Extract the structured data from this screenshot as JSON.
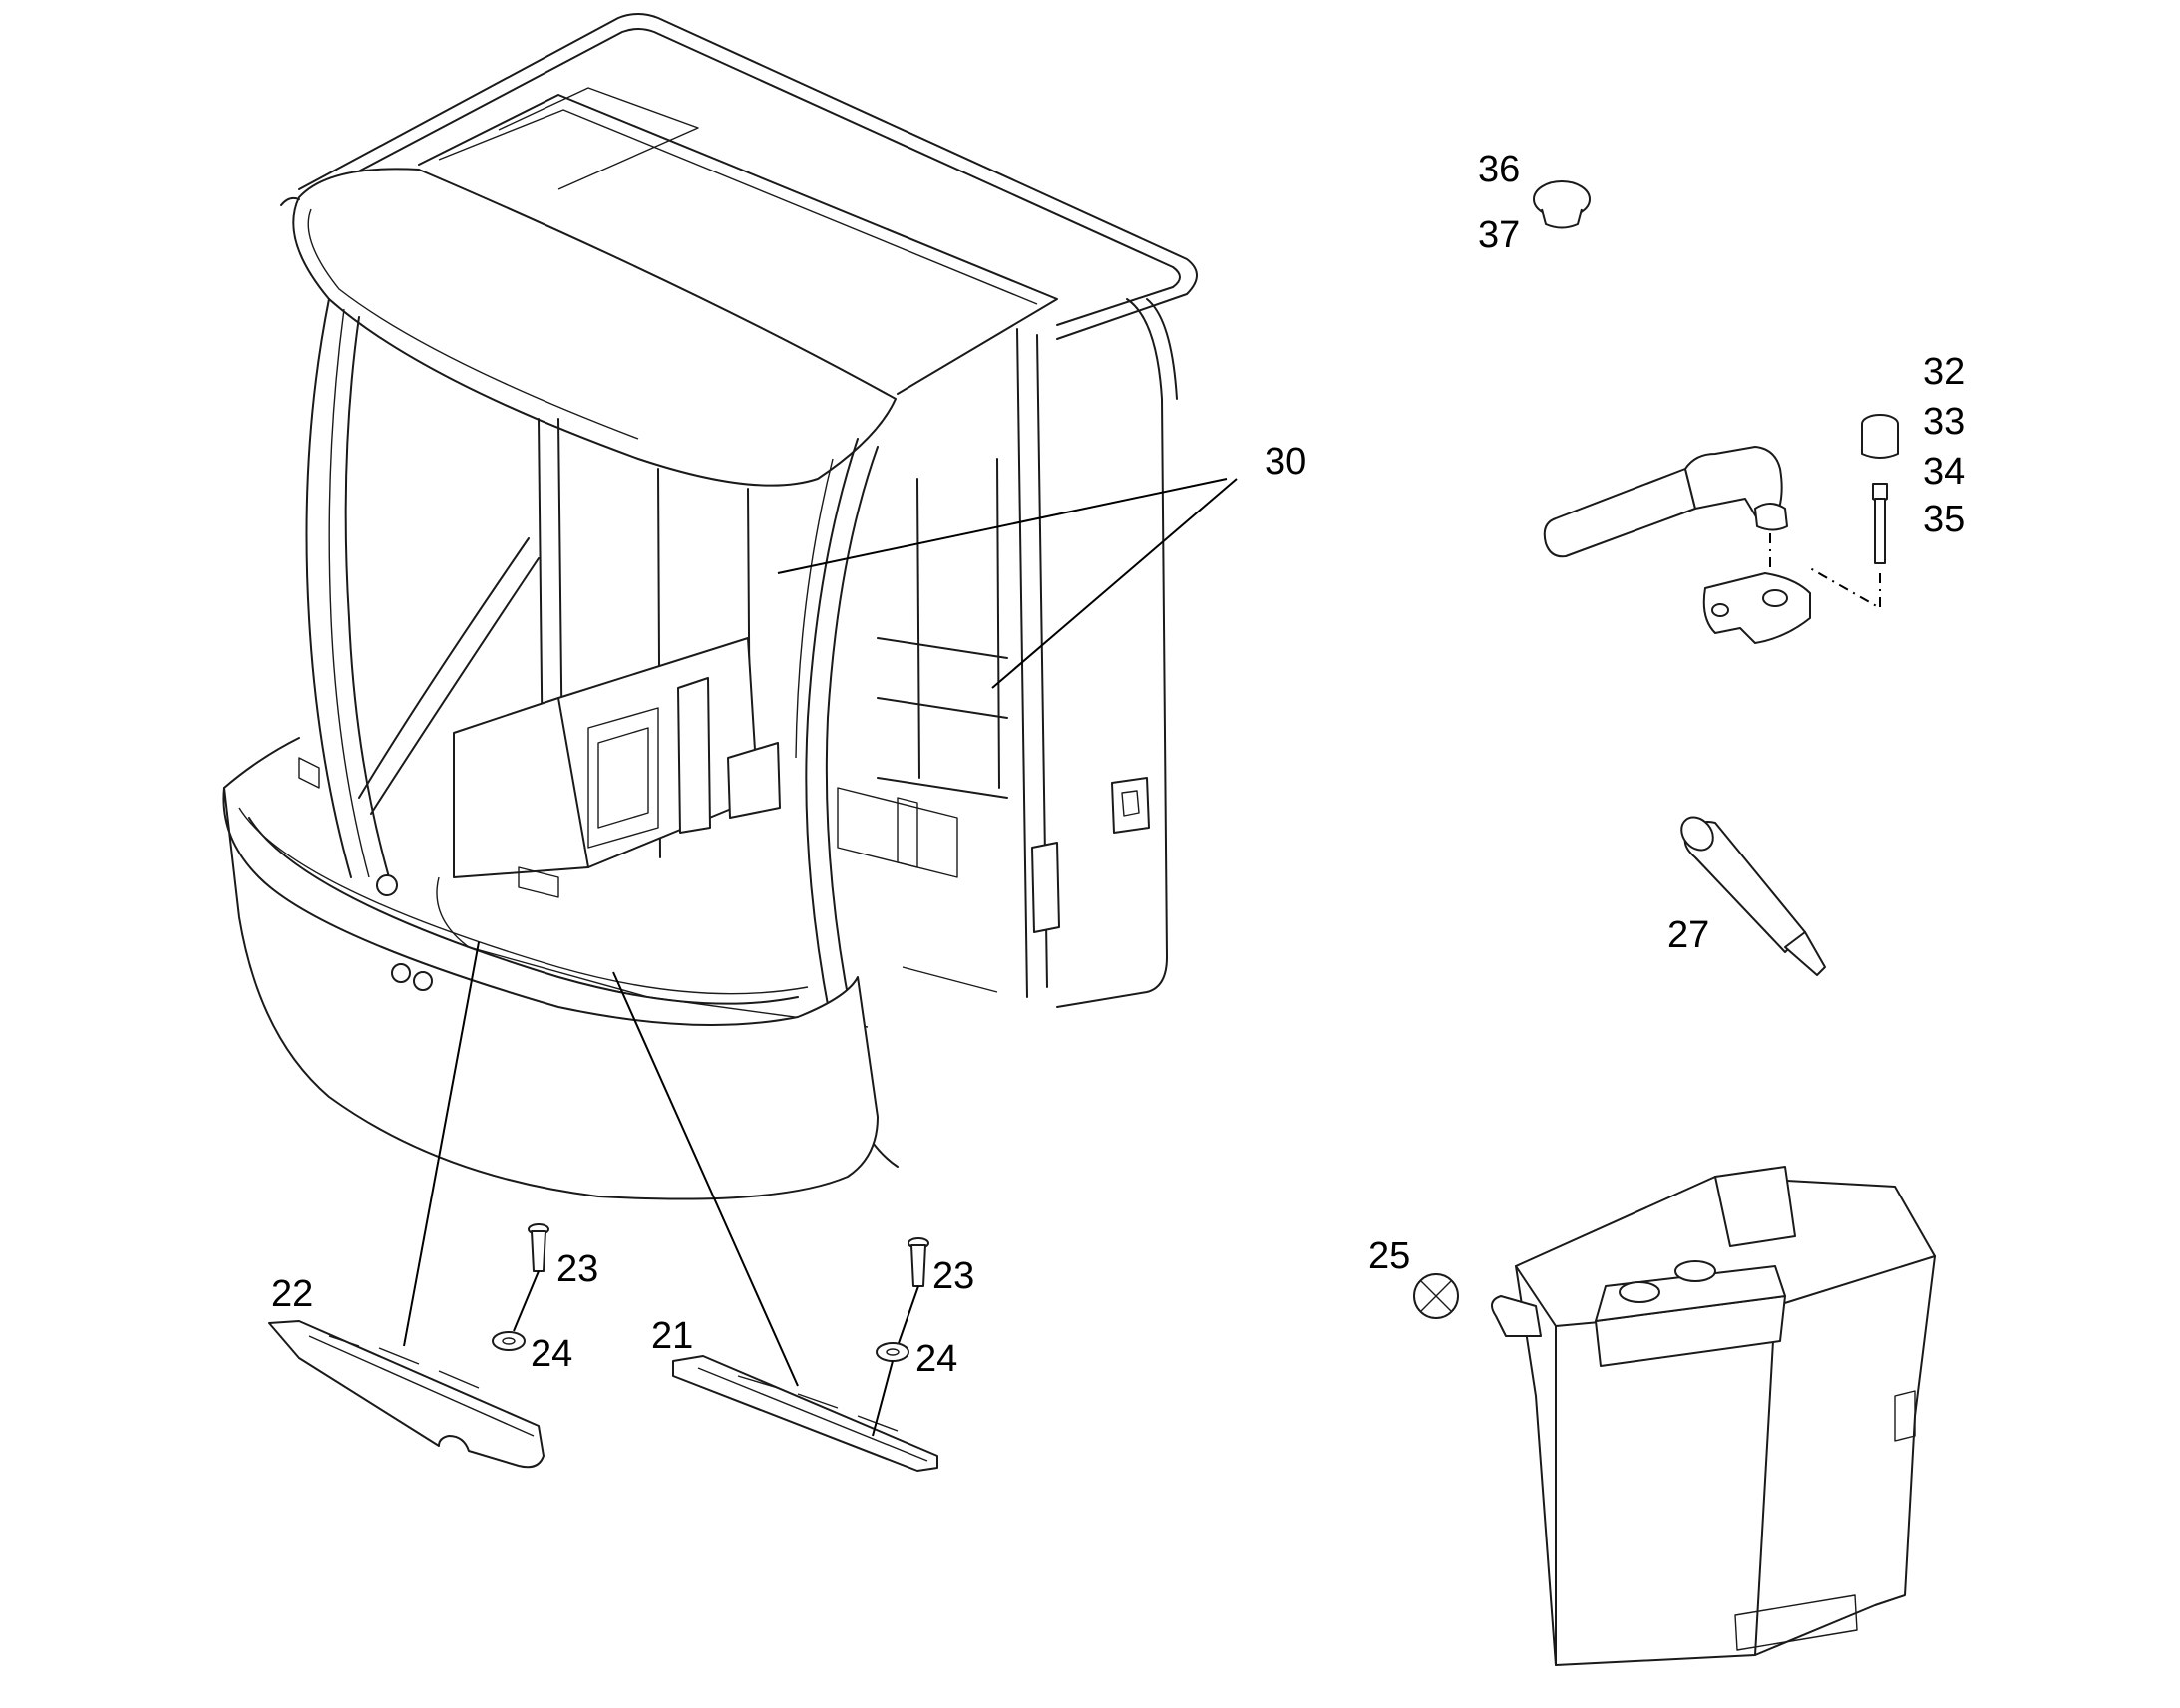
{
  "diagram": {
    "callouts": [
      {
        "id": "c30",
        "text": "30"
      },
      {
        "id": "c36",
        "text": "36"
      },
      {
        "id": "c37",
        "text": "37"
      },
      {
        "id": "c32",
        "text": "32"
      },
      {
        "id": "c33",
        "text": "33"
      },
      {
        "id": "c34",
        "text": "34"
      },
      {
        "id": "c35",
        "text": "35"
      },
      {
        "id": "c27",
        "text": "27"
      },
      {
        "id": "c25",
        "text": "25"
      },
      {
        "id": "c22",
        "text": "22"
      },
      {
        "id": "c23a",
        "text": "23"
      },
      {
        "id": "c24a",
        "text": "24"
      },
      {
        "id": "c21",
        "text": "21"
      },
      {
        "id": "c23b",
        "text": "23"
      },
      {
        "id": "c24b",
        "text": "24"
      }
    ],
    "parts": [
      "cab-frame",
      "cap-plug",
      "hose-clamp-assembly",
      "bolt",
      "sealant-tube",
      "tank",
      "tank-cap",
      "step-left",
      "step-right",
      "screw",
      "washer"
    ]
  }
}
